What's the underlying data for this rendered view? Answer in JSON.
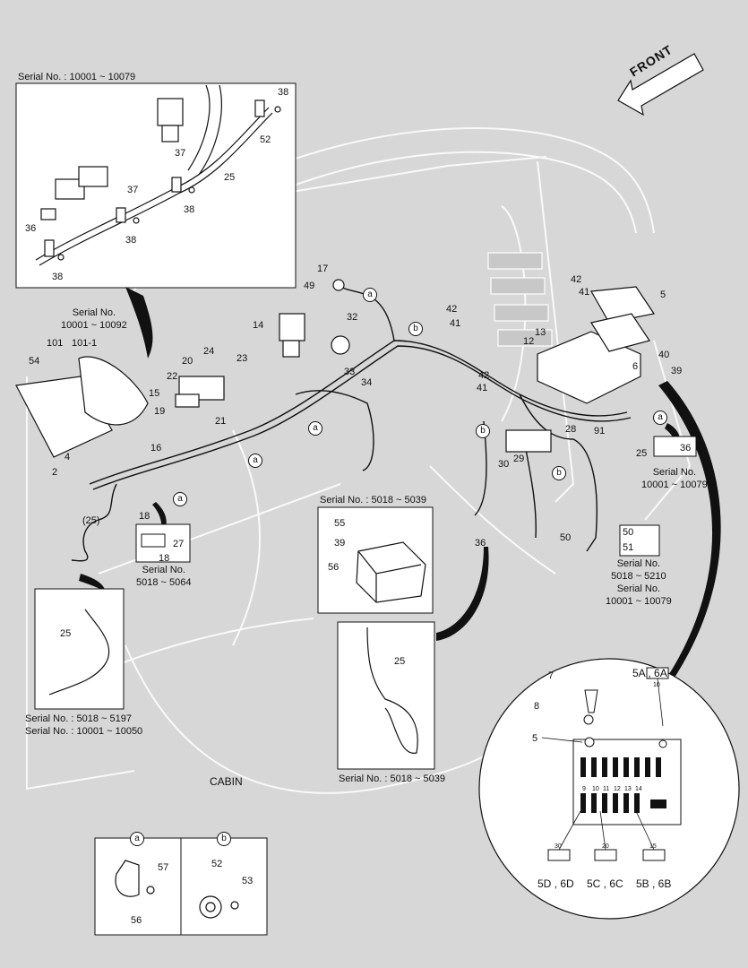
{
  "front_label": "FRONT",
  "cabin_label": "CABIN",
  "serials": {
    "top_inset": "Serial No. : 10001 ~ 10079",
    "switch_block": [
      "Serial No.",
      "10001 ~ 10092"
    ],
    "relay_inset": [
      "Serial No.",
      "5018 ~ 5064"
    ],
    "converter_inset": "Serial No. : 5018 ~ 5039",
    "clip_36": [
      "Serial No.",
      "10001 ~ 10079"
    ],
    "bolt_50_51": [
      "Serial No.",
      "5018 ~ 5210",
      "Serial No.",
      "10001 ~ 10079"
    ],
    "left_harness": [
      "Serial No. : 5018 ~ 5197",
      "Serial No. : 10001 ~ 10050"
    ],
    "center_harness": "Serial No. : 5018 ~ 5039"
  },
  "detail_circles": {
    "a": "a",
    "b": "b"
  },
  "fuse_box": {
    "labels": {
      "fuse_5a6a": "5A , 6A",
      "fuse_5d6d": "5D , 6D",
      "fuse_5c6c": "5C , 6C",
      "fuse_5b6b": "5B , 6B"
    },
    "row_numbers": [
      "9",
      "10",
      "11",
      "12",
      "13",
      "14"
    ],
    "fuse_amps": {
      "top": "10",
      "a": "30",
      "b": "20",
      "c": "15"
    }
  },
  "callouts": {
    "n1": "38",
    "n2": "52",
    "n3": "37",
    "n4": "25",
    "n5": "37",
    "n6": "38",
    "n7": "38",
    "n8": "36",
    "n9": "38",
    "n10": "17",
    "n11": "49",
    "n12": "14",
    "n13": "32",
    "n14": "42",
    "n15": "41",
    "n16": "33",
    "n17": "34",
    "n18": "42",
    "n19": "41",
    "n20": "5",
    "n21": "13",
    "n22": "12",
    "n23": "40",
    "n24": "6",
    "n25": "39",
    "n26": "42",
    "n27": "41",
    "n28": "28",
    "n29": "91",
    "n30": "25",
    "n31": "36",
    "n32": "29",
    "n33": "30",
    "n34": "101",
    "n35": "101-1",
    "n36": "54",
    "n37": "24",
    "n38": "20",
    "n39": "22",
    "n40": "23",
    "n41": "15",
    "n42": "19",
    "n43": "21",
    "n44": "4",
    "n45": "2",
    "n46": "16",
    "n47": "18",
    "n48": "(25)",
    "n49": "27",
    "n50": "18",
    "n51": "55",
    "n52": "39",
    "n53": "56",
    "n54": "36",
    "n55": "50",
    "n56": "50",
    "n57": "51",
    "n58": "25",
    "n59": "25",
    "n60": "7",
    "n61": "8",
    "n62": "5",
    "n63": "57",
    "n64": "56",
    "n65": "52",
    "n66": "53"
  }
}
